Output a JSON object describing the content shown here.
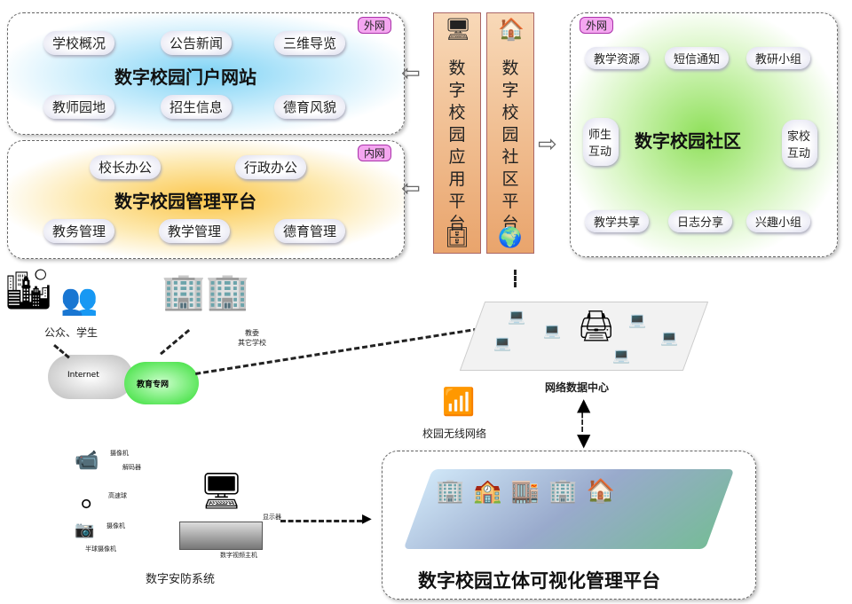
{
  "portal": {
    "tag": "外网",
    "title": "数字校园门户网站",
    "items": [
      "学校概况",
      "公告新闻",
      "三维导览",
      "教师园地",
      "招生信息",
      "德育风貌"
    ]
  },
  "mgmt": {
    "tag": "内网",
    "title": "数字校园管理平台",
    "items": [
      "校长办公",
      "行政办公",
      "教务管理",
      "教学管理",
      "德育管理"
    ]
  },
  "app_platform": "数字校园应用平台",
  "community_platform": "数字校园社区平台",
  "community": {
    "tag": "外网",
    "title": "数字校园社区",
    "items": [
      "教学资源",
      "短信通知",
      "教研小组",
      "师生互动",
      "家校互动",
      "教学共享",
      "日志分享",
      "兴趣小组"
    ]
  },
  "network": {
    "public": "公众、学生",
    "edu": "教委\n其它学校",
    "internet": "Internet",
    "edunet": "教育专网",
    "datacenter": "网络数据中心",
    "wireless": "校园无线网络"
  },
  "security": {
    "title": "数字安防系统",
    "labels": [
      "摄像机",
      "解码器",
      "高速球",
      "摄像机",
      "半球摄像机",
      "显示器",
      "数字视频主机"
    ]
  },
  "visual": {
    "title": "数字校园立体可视化管理平台"
  }
}
